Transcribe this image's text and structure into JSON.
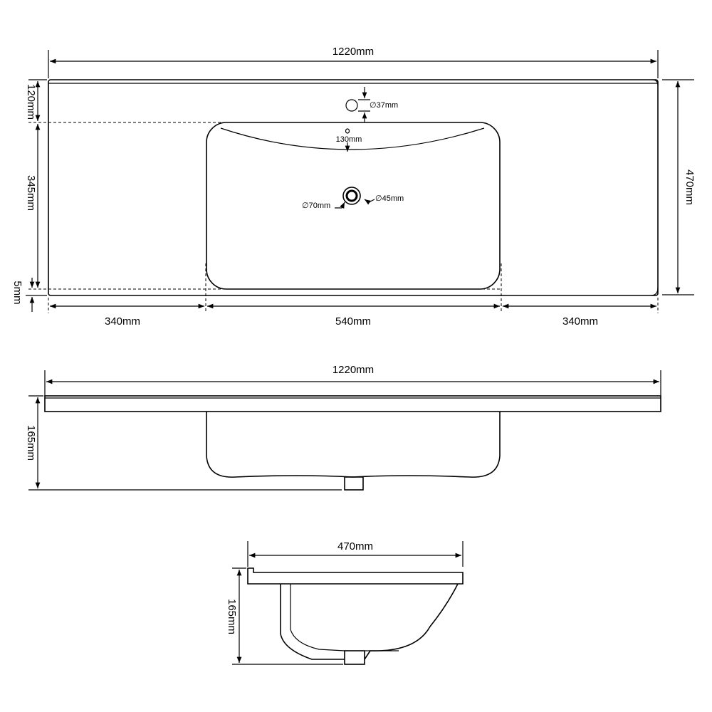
{
  "top_view": {
    "width_label": "1220mm",
    "depth_label": "470mm",
    "back_margin_label": "120mm",
    "bowl_depth_label": "345mm",
    "front_margin_label": "5mm",
    "left_label": "340mm",
    "bowl_width_label": "540mm",
    "right_label": "340mm",
    "tap_hole_label": "∅37mm",
    "overflow_offset_label": "130mm",
    "drain_outer_label": "∅70mm",
    "drain_inner_label": "∅45mm"
  },
  "front_view": {
    "width_label": "1220mm",
    "height_label": "165mm"
  },
  "side_view": {
    "depth_label": "470mm",
    "height_label": "165mm"
  }
}
